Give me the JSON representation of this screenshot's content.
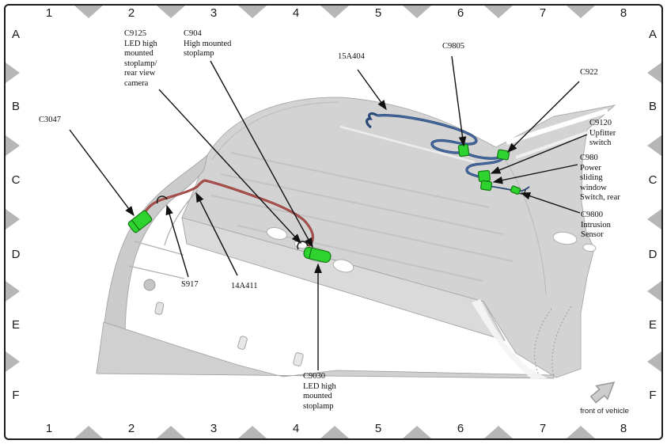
{
  "grid": {
    "columns": [
      "1",
      "2",
      "3",
      "4",
      "5",
      "6",
      "7",
      "8"
    ],
    "rows": [
      "A",
      "B",
      "C",
      "D",
      "E",
      "F"
    ]
  },
  "callouts": {
    "c3047": {
      "text": "C3047"
    },
    "c9125": {
      "text": "C9125\nLED high\nmounted\nstoplamp/\nrear view\ncamera"
    },
    "c904": {
      "text": "C904\nHigh mounted\nstoplamp"
    },
    "w15a404": {
      "text": "15A404"
    },
    "c9805": {
      "text": "C9805"
    },
    "c922": {
      "text": "C922"
    },
    "c9120": {
      "text": "C9120\nUpfitter\nswitch"
    },
    "c980": {
      "text": "C980\nPower\nsliding\nwindow\nSwitch, rear"
    },
    "c9800": {
      "text": "C9800\nIntrusion\nSensor"
    },
    "s917": {
      "text": "S917"
    },
    "w14a411": {
      "text": "14A411"
    },
    "c9030": {
      "text": "C9030\nLED high\nmounted\nstoplamp"
    }
  },
  "compass": {
    "label": "front of vehicle"
  },
  "colors": {
    "harness_red": "#b1534e",
    "harness_red_dark": "#8e3d3a",
    "harness_blue": "#4a6da7",
    "harness_blue_dark": "#2a4a78",
    "connector_green": "#2fd32f",
    "connector_green_dark": "#117a11",
    "grid_marker_gray": "#b6b6b6",
    "body_gray": "#d3d3d3"
  }
}
